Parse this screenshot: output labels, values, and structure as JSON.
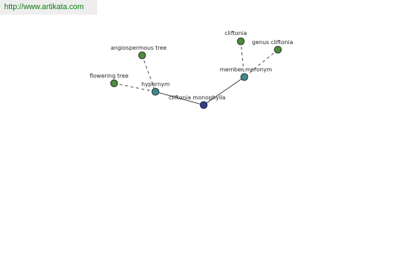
{
  "site": {
    "url_text": "http://www.artikata.com",
    "link_color": "#0a7d0a"
  },
  "graph": {
    "nodes": [
      {
        "id": "cliftonia-monophylla",
        "label": "cliftonia monophylla",
        "color": "#2e3f8f",
        "role": "center"
      },
      {
        "id": "hypernym",
        "label": "hypernym",
        "color": "#3d8a8a",
        "role": "relation"
      },
      {
        "id": "member-meronym",
        "label": "member meronym",
        "color": "#3d8a8a",
        "role": "relation"
      },
      {
        "id": "flowering-tree",
        "label": "flowering tree",
        "color": "#4f8a3c",
        "role": "term"
      },
      {
        "id": "angiospermous-tree",
        "label": "angiospermous tree",
        "color": "#4f8a3c",
        "role": "term"
      },
      {
        "id": "cliftonia",
        "label": "cliftonia",
        "color": "#4f8a3c",
        "role": "term"
      },
      {
        "id": "genus-cliftonia",
        "label": "genus cliftonia",
        "color": "#4f8a3c",
        "role": "term"
      }
    ],
    "edges": [
      {
        "from": "hypernym",
        "to": "cliftonia-monophylla",
        "style": "solid"
      },
      {
        "from": "member-meronym",
        "to": "cliftonia-monophylla",
        "style": "solid"
      },
      {
        "from": "flowering-tree",
        "to": "hypernym",
        "style": "dashed"
      },
      {
        "from": "angiospermous-tree",
        "to": "hypernym",
        "style": "dashed"
      },
      {
        "from": "cliftonia",
        "to": "member-meronym",
        "style": "dashed"
      },
      {
        "from": "genus-cliftonia",
        "to": "member-meronym",
        "style": "dashed"
      }
    ]
  }
}
